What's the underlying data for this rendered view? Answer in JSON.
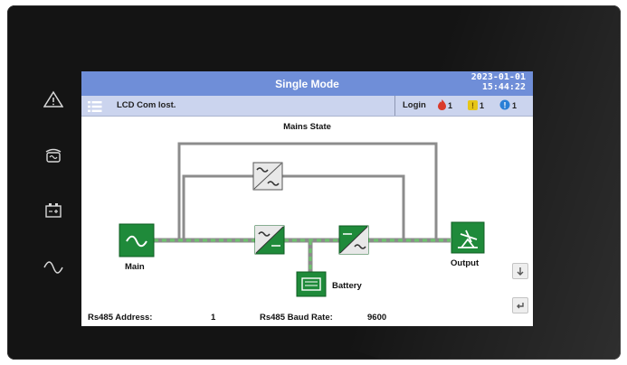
{
  "header": {
    "title": "Single Mode",
    "date": "2023-01-01",
    "time": "15:44:22"
  },
  "status": {
    "message": "LCD Com lost.",
    "login": "Login",
    "alarms": [
      {
        "icon": "fire-alarm-icon",
        "count": "1",
        "color": "#d93a2b"
      },
      {
        "icon": "warning-alarm-icon",
        "count": "1",
        "color": "#e6c619"
      },
      {
        "icon": "info-alarm-icon",
        "count": "1",
        "color": "#2a7fd6"
      }
    ]
  },
  "diagram": {
    "mains_state_label": "Mains State",
    "main_label": "Main",
    "battery_label": "Battery",
    "output_label": "Output"
  },
  "footer": {
    "rs485_address_label": "Rs485 Address:",
    "rs485_address_value": "1",
    "rs485_baud_label": "Rs485 Baud Rate:",
    "rs485_baud_value": "9600"
  },
  "colors": {
    "title_bar": "#6f8ed8",
    "status_bar": "#cbd4ee",
    "module_green": "#1f8a3a",
    "line_gray": "#8c8c8c",
    "flow_green": "#6fc36f"
  }
}
